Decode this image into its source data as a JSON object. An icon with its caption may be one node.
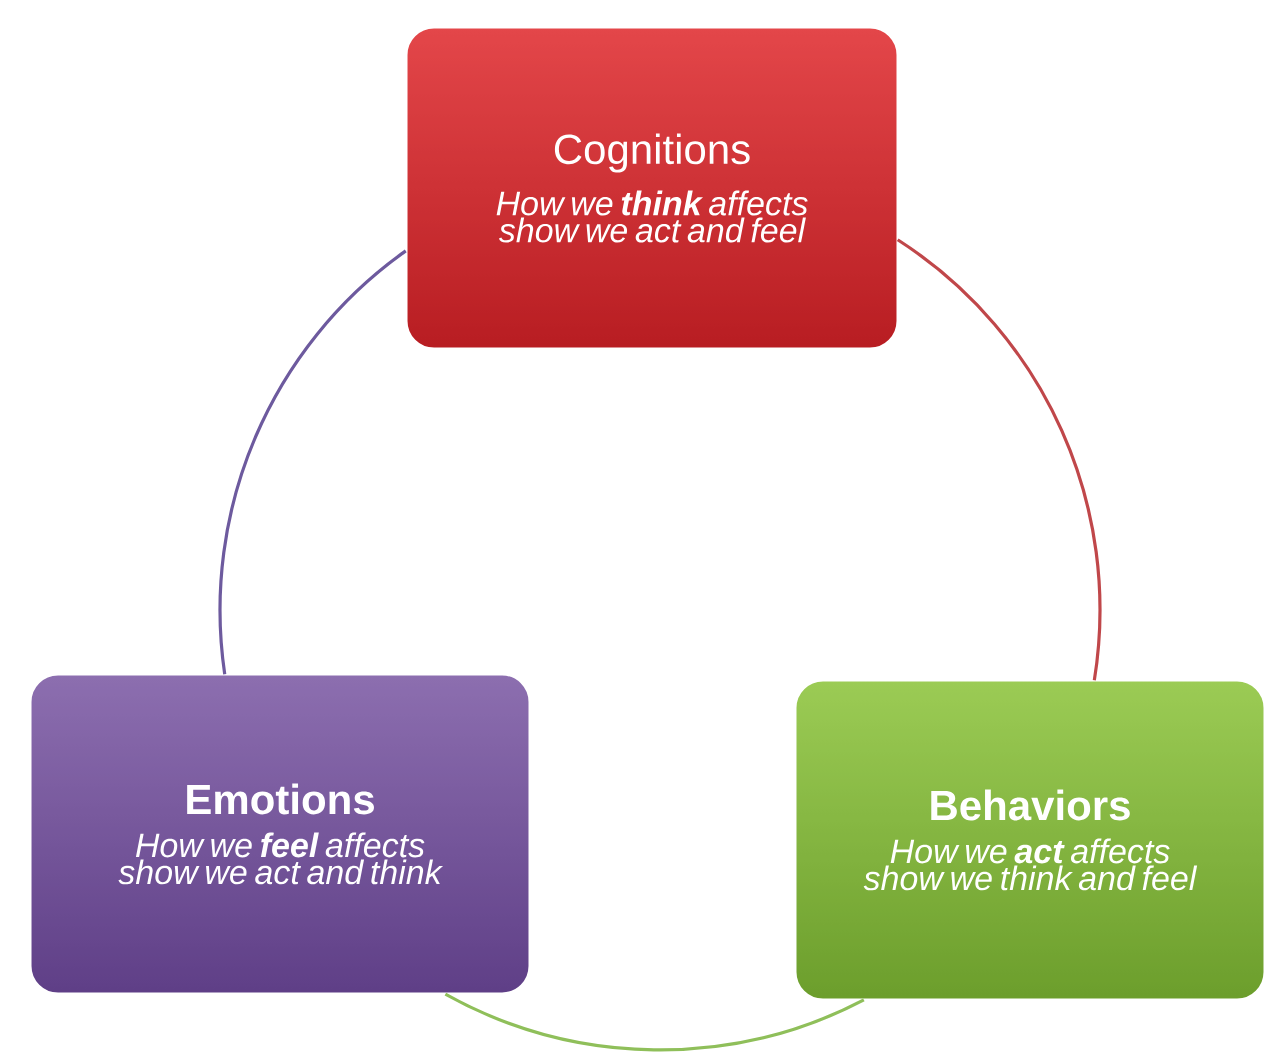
{
  "diagram": {
    "nodes": [
      {
        "text": [
          "Cognitions",
          "How we **think** affects show we act and feel"
        ]
      },
      {
        "text": [
          "Emotions",
          "How we **feel** affects show we act and think"
        ]
      },
      {
        "text": [
          "Behaviors",
          "How we **act** affects show we think and feel"
        ]
      }
    ],
    "edges": [
      {
        "from": 0,
        "to": 2,
        "arrow": "none",
        "color": "#c0474a"
      },
      {
        "from": 2,
        "to": 1,
        "arrow": "none",
        "color": "#8fbf5a"
      },
      {
        "from": 1,
        "to": 0,
        "arrow": "none",
        "color": "#6d5a9e"
      }
    ]
  }
}
